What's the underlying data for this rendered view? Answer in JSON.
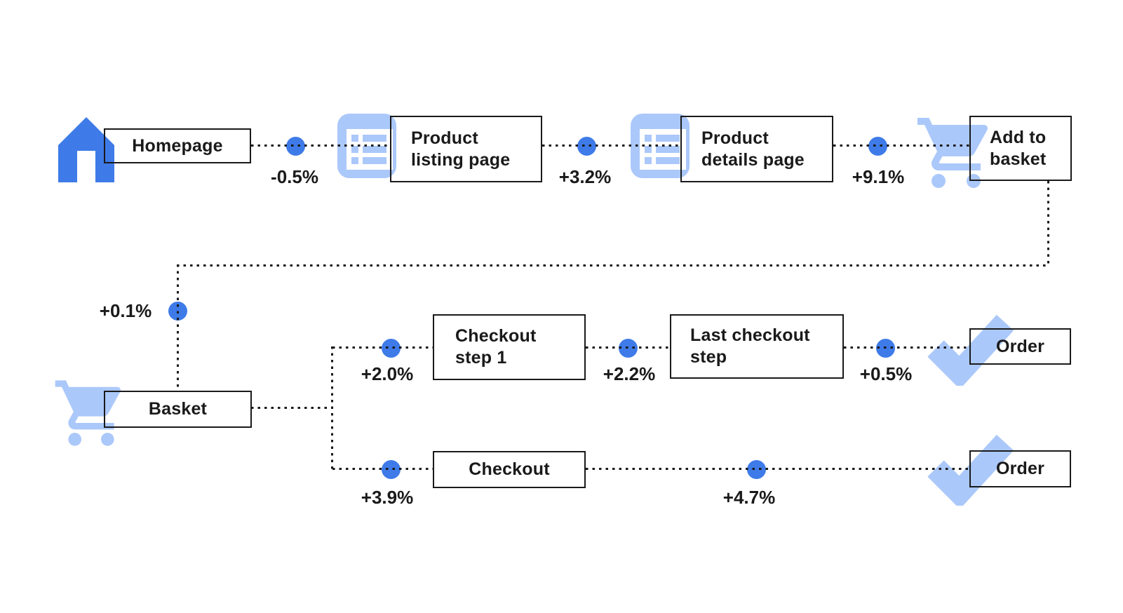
{
  "nodes": {
    "homepage": {
      "label": "Homepage",
      "icon": "home-icon"
    },
    "product_listing_page": {
      "label": "Product\nlisting page",
      "icon": "list-icon"
    },
    "product_details_page": {
      "label": "Product\ndetails page",
      "icon": "list-icon"
    },
    "add_to_basket": {
      "label": "Add to\nbasket",
      "icon": "cart-icon"
    },
    "basket": {
      "label": "Basket",
      "icon": "cart-icon"
    },
    "checkout_step_1": {
      "label": "Checkout\nstep 1"
    },
    "last_checkout_step": {
      "label": "Last checkout\nstep"
    },
    "order_top": {
      "label": "Order",
      "icon": "check-icon"
    },
    "checkout": {
      "label": "Checkout"
    },
    "order_bottom": {
      "label": "Order",
      "icon": "check-icon"
    }
  },
  "deltas": {
    "homepage_to_product_listing": "-0.5%",
    "product_listing_to_product_details": "+3.2%",
    "product_details_to_add_to_basket": "+9.1%",
    "add_to_basket_to_basket": "+0.1%",
    "basket_to_checkout_step_1": "+2.0%",
    "checkout_step_1_to_last_checkout_step": "+2.2%",
    "last_checkout_step_to_order": "+0.5%",
    "basket_to_checkout": "+3.9%",
    "checkout_to_order": "+4.7%"
  },
  "colors": {
    "node_blue": "#3E7BE8",
    "icon_light_blue": "#ABC8FA",
    "line_color": "#1A1A1A",
    "background": "#FFFFFF"
  }
}
